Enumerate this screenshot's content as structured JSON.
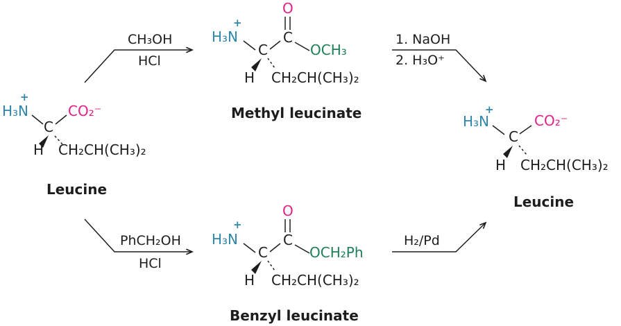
{
  "title": "Leucine esterification reaction scheme",
  "palette": {
    "amine_blue": "#2e86ab",
    "carboxyl_magenta": "#e0218a",
    "reagent_green": "#1d8057",
    "ink_black": "#1d1d1f"
  },
  "structures": {
    "leucine_left": {
      "charge": "+",
      "amine": "H₃N",
      "alpha_carbon": "C",
      "carboxylate": "CO₂⁻",
      "hydrogen": "H",
      "side_chain": "CH₂CH(CH₃)₂",
      "label": "Leucine"
    },
    "methyl_leucinate": {
      "charge": "+",
      "amine": "H₃N",
      "alpha_carbon": "C",
      "carbonyl_carbon": "C",
      "carbonyl_oxygen": "O",
      "ester_group": "OCH₃",
      "hydrogen": "H",
      "side_chain": "CH₂CH(CH₃)₂",
      "label": "Methyl leucinate"
    },
    "benzyl_leucinate": {
      "charge": "+",
      "amine": "H₃N",
      "alpha_carbon": "C",
      "carbonyl_carbon": "C",
      "carbonyl_oxygen": "O",
      "ester_group": "OCH₂Ph",
      "hydrogen": "H",
      "side_chain": "CH₂CH(CH₃)₂",
      "label": "Benzyl leucinate"
    },
    "leucine_right": {
      "charge": "+",
      "amine": "H₃N",
      "alpha_carbon": "C",
      "carboxylate": "CO₂⁻",
      "hydrogen": "H",
      "side_chain": "CH₂CH(CH₃)₂",
      "label": "Leucine"
    }
  },
  "arrows": {
    "top_left": {
      "reagent_above": "CH₃OH",
      "reagent_below": "HCl"
    },
    "top_right": {
      "step1": "1. NaOH",
      "step2": "2. H₃O⁺"
    },
    "bottom_left": {
      "reagent_above": "PhCH₂OH",
      "reagent_below": "HCl"
    },
    "bottom_right": {
      "reagent_above": "H₂/Pd"
    }
  }
}
